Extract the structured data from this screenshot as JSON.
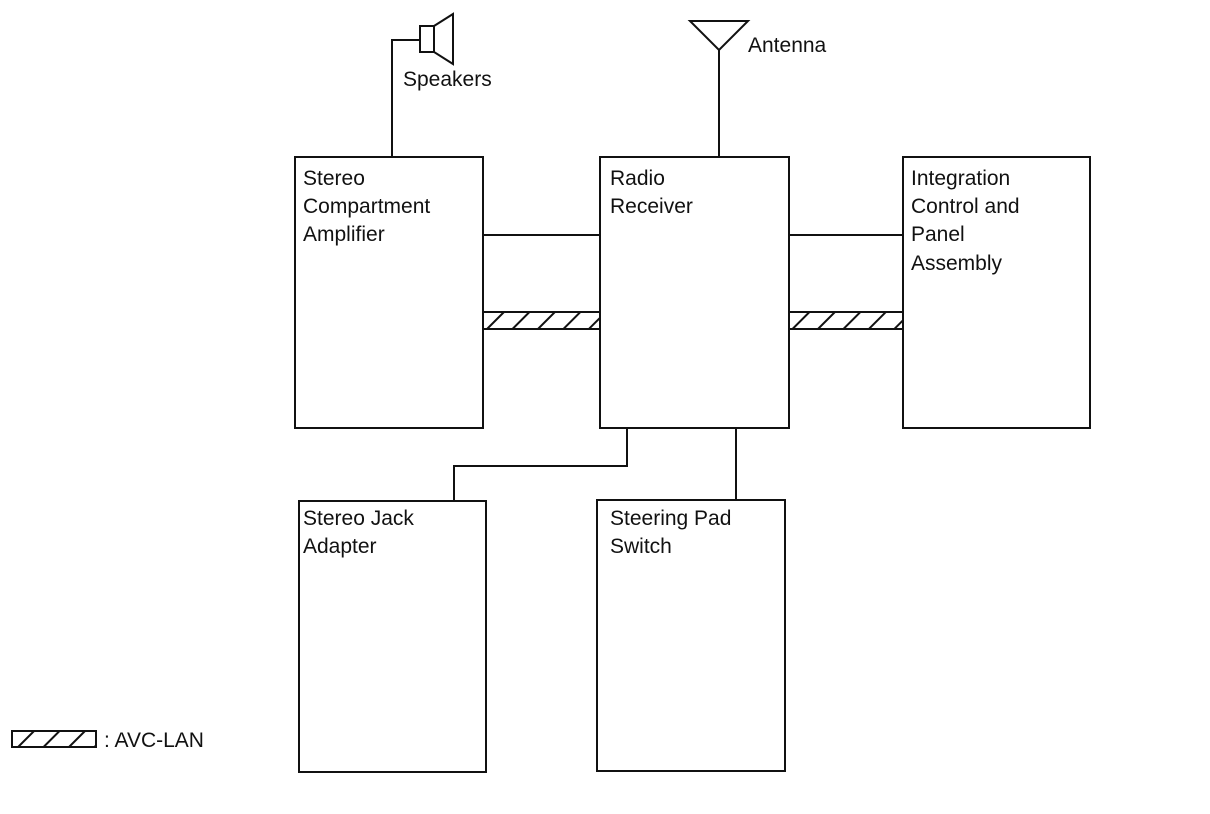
{
  "diagram": {
    "components": [
      {
        "id": "amplifier",
        "label": [
          "Stereo",
          "Compartment",
          "Amplifier"
        ]
      },
      {
        "id": "receiver",
        "label": [
          "Radio",
          "Receiver"
        ]
      },
      {
        "id": "integration",
        "label": [
          "Integration",
          "Control and",
          "Panel",
          "Assembly"
        ]
      },
      {
        "id": "jack",
        "label": [
          "Stereo Jack",
          "Adapter"
        ]
      },
      {
        "id": "steering",
        "label": [
          "Steering Pad",
          "Switch"
        ]
      }
    ],
    "devices": {
      "speakers": "Speakers",
      "antenna": "Antenna"
    },
    "legend": {
      "avc_lan": ": AVC-LAN"
    },
    "connections": [
      {
        "from": "amplifier",
        "to": "receiver",
        "type": "wire"
      },
      {
        "from": "amplifier",
        "to": "receiver",
        "type": "AVC-LAN"
      },
      {
        "from": "receiver",
        "to": "integration",
        "type": "wire"
      },
      {
        "from": "receiver",
        "to": "integration",
        "type": "AVC-LAN"
      },
      {
        "from": "receiver",
        "to": "jack",
        "type": "wire"
      },
      {
        "from": "receiver",
        "to": "steering",
        "type": "wire"
      },
      {
        "from": "amplifier",
        "to": "speakers",
        "type": "wire"
      },
      {
        "from": "receiver",
        "to": "antenna",
        "type": "wire"
      }
    ],
    "colors": {
      "line": "#111111",
      "background": "#ffffff"
    }
  }
}
